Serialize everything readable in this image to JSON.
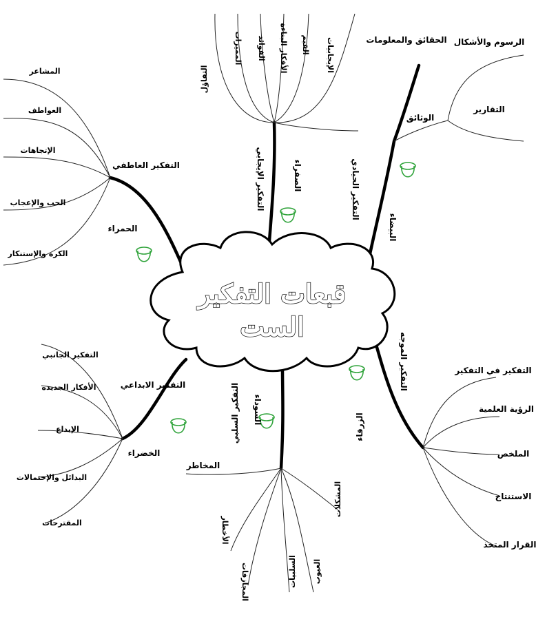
{
  "center": {
    "line1": "قبعات التفكير",
    "line2": "الست"
  },
  "hat_color": "#2fa33a",
  "branches": {
    "red": {
      "main": "التفكير العاطفي",
      "hat": "الحمراء",
      "items": [
        "المشاعر",
        "العواطف",
        "الإتجاهات",
        "الحب والإعجاب",
        "الكره والإستنكار"
      ]
    },
    "yellow": {
      "main": "التفكير الإيجابي",
      "hat": "الصفراء",
      "items": [
        "التفاؤل",
        "المميزات",
        "الفوائد",
        "الأفكار البناءة",
        "القيم",
        "الإيجابيات"
      ]
    },
    "white": {
      "main": "التفكير الحيادي",
      "hat": "البيضاء",
      "sub": "الوثائق",
      "items": [
        "الحقائق والمعلومات",
        "الرسوم والأشكال",
        "التقارير"
      ]
    },
    "blue": {
      "main": "التفكير الموجه",
      "hat": "الزرقاء",
      "items": [
        "التفكير في التفكير",
        "الرؤية العلمية",
        "الملخص",
        "الاستنتاج",
        "القرار المتخذ"
      ]
    },
    "black": {
      "main": "التفكير السلبي",
      "hat": "السوداء",
      "items": [
        "المخاطر",
        "الأخطار",
        "المجازفات",
        "السلبيات",
        "العيوب",
        "المشكلات"
      ]
    },
    "green": {
      "main": "التفكير الابداعي",
      "hat": "الخضراء",
      "items": [
        "التفكير الجانبي",
        "الأفكار الجديده",
        "الإبداع",
        "البدائل والإحتمالات",
        "المقترحات"
      ]
    }
  }
}
